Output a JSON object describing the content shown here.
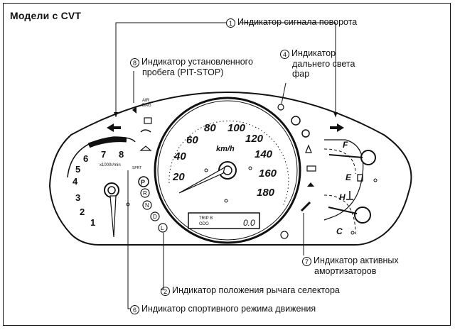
{
  "title": "Модели с CVT",
  "callouts": [
    {
      "num": "1",
      "text": "Индикатор сигнала поворота"
    },
    {
      "num": "8",
      "text": "Индикатор установленного",
      "text2": "пробега (PIT-STOP)"
    },
    {
      "num": "4",
      "text": "Индикатор",
      "text2": "дальнего света",
      "text3": "фар"
    },
    {
      "num": "7",
      "text": "Индикатор активных",
      "text2": "амортизаторов"
    },
    {
      "num": "2",
      "text": "Индикатор положения рычага селектора"
    },
    {
      "num": "6",
      "text": "Индикатор спортивного режима движения"
    }
  ],
  "speedometer": {
    "unit": "km/h",
    "marks": [
      "20",
      "40",
      "60",
      "80",
      "100",
      "120",
      "140",
      "160",
      "180"
    ]
  },
  "tachometer": {
    "unit": "x1000r/min",
    "marks": [
      "1",
      "2",
      "3",
      "4",
      "5",
      "6",
      "7",
      "8"
    ]
  },
  "fuel": {
    "full": "F",
    "empty": "E"
  },
  "temp": {
    "hot": "H",
    "cold": "C"
  },
  "gear_positions": [
    "P",
    "R",
    "N",
    "D",
    "L"
  ],
  "panel_labels": {
    "airbag": "AIR",
    "airbag2": "BAG",
    "sport": "SPRT"
  },
  "odometer": {
    "line1": "TRIP B",
    "line2": "ODO",
    "value": "0.0"
  }
}
